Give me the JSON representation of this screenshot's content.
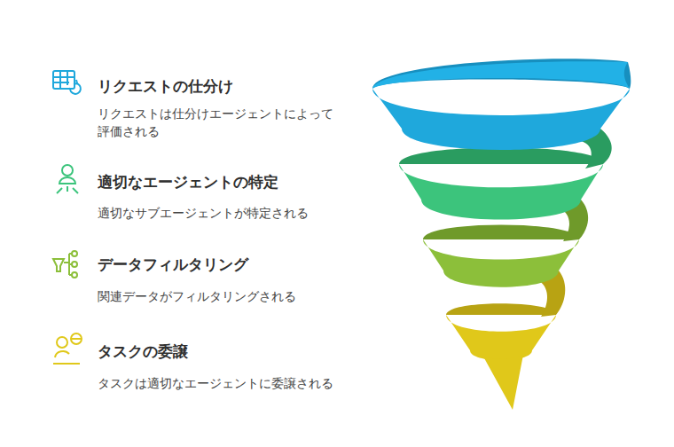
{
  "diagram": {
    "labels": [
      "リクエストの仕分け",
      "リクエストは仕分けエージェントによって評価される",
      "適切なエージェントの特定",
      "適切なサブエージェントが特定される",
      "データフィルタリング",
      "関連データがフィルタリングされる",
      "タスクの委譲",
      "タスクは適切なエージェントに委譲される"
    ]
  }
}
